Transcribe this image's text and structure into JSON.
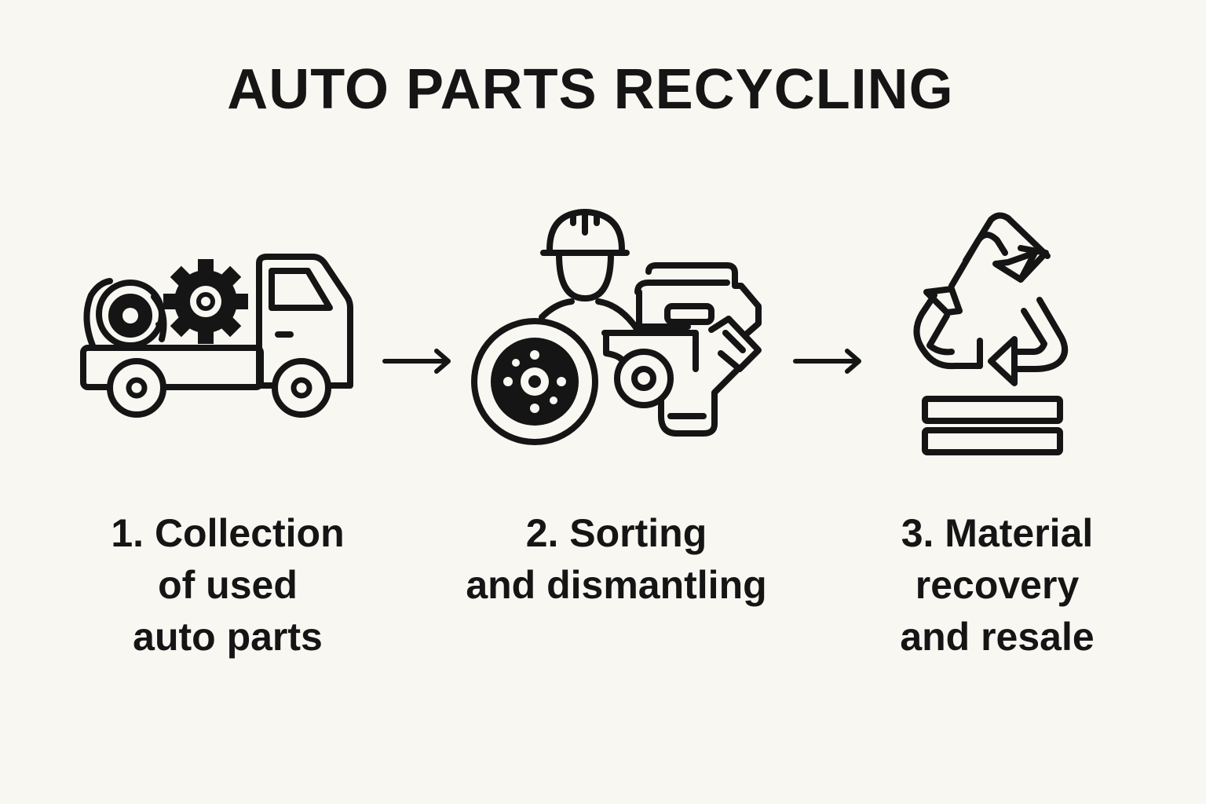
{
  "title": "AUTO PARTS RECYCLING",
  "steps": [
    {
      "label": "1. Collection\nof used\nauto parts",
      "icon": "truck-with-parts-icon"
    },
    {
      "label": "2. Sorting\nand dismantling",
      "icon": "worker-dismantling-parts-icon"
    },
    {
      "label": "3. Material\nrecovery\nand resale",
      "icon": "recycle-materials-icon"
    }
  ],
  "connectors": [
    "arrow-right-icon",
    "arrow-right-icon"
  ],
  "colors": {
    "background": "#f8f7f2",
    "ink": "#151515"
  }
}
